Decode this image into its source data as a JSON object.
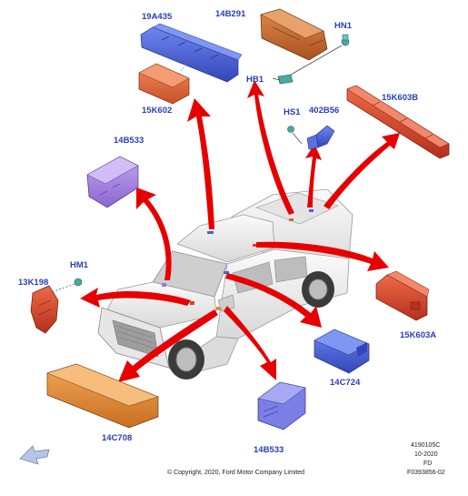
{
  "diagram": {
    "labels": {
      "p19A435": "19A435",
      "p14B291": "14B291",
      "hn1": "HN1",
      "hb1": "HB1",
      "p15K602": "15K602",
      "p15K603B": "15K603B",
      "hs1": "HS1",
      "p402B56": "402B56",
      "p14B533_top": "14B533",
      "hm1": "HM1",
      "p13K198": "13K198",
      "p15K603A": "15K603A",
      "p14C724": "14C724",
      "p14C708": "14C708",
      "p14B533_bottom": "14B533"
    },
    "colors": {
      "arrow": "#e60000",
      "label": "#2a3fb4",
      "blue_part": "#4a63d8",
      "orange_part": "#e06b3a",
      "purple_part": "#9a7ad8",
      "brown_part": "#c96a33",
      "tan_part": "#e08a3c",
      "red_part": "#d8442a",
      "teal_part": "#4aa8a0"
    },
    "direction_icon": "front-direction-arrow-icon"
  },
  "footer": {
    "code": "4190105C",
    "date": "10-2020",
    "region": "FD",
    "doc_id": "F0393856-02",
    "copyright": "© Copyright, 2020, Ford Motor Company Limited"
  }
}
